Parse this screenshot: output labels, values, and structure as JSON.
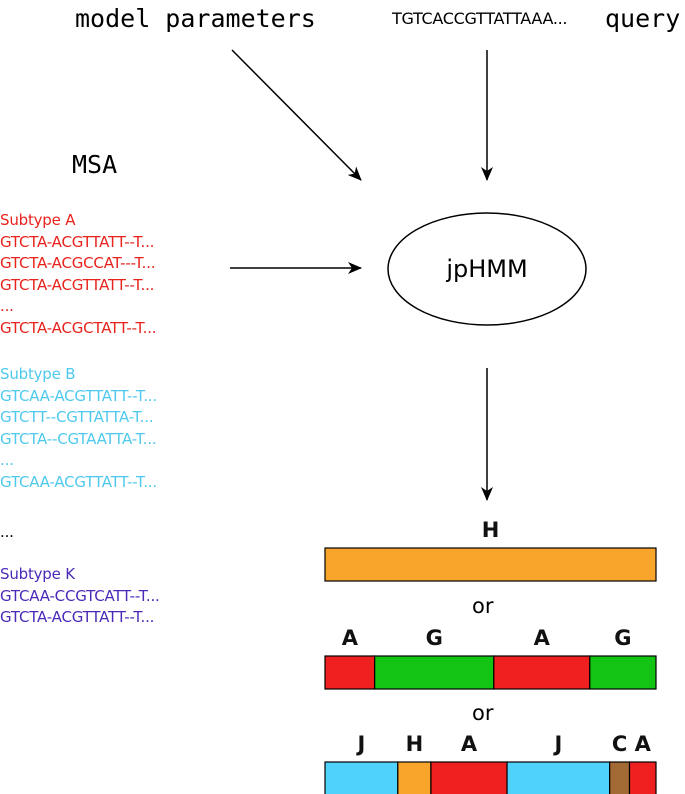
{
  "labels": {
    "model_parameters": "model parameters",
    "query_sequence": "TGTCACCGTTATTAAA...",
    "query": "query",
    "msa": "MSA",
    "node": "jpHMM",
    "or1": "or",
    "or2": "or"
  },
  "msa_groups": [
    {
      "title": "Subtype A",
      "color": "#e8221c",
      "lines": [
        "GTCTA-ACGTTATT--T...",
        "GTCTA-ACGCCAT---T...",
        "GTCTA-ACGTTATT--T...",
        "...",
        "GTCTA-ACGCTATT--T..."
      ]
    },
    {
      "title": "Subtype B",
      "color": "#4fc9ee",
      "lines": [
        "GTCAA-ACGTTATT--T...",
        "GTCTT--CGTTATTA-T...",
        "GTCTA--CGTAATTA-T...",
        "...",
        "GTCAA-ACGTTATT--T..."
      ]
    },
    {
      "title": "",
      "color": "#000000",
      "lines": [
        "..."
      ]
    },
    {
      "title": "Subtype K",
      "color": "#4b2ab8",
      "lines": [
        "GTCAA-CCGTCATT--T...",
        "GTCTA-ACGTTATT--T..."
      ]
    }
  ],
  "results": [
    {
      "segments": [
        {
          "label": "H",
          "color": "#f9a52c",
          "fraction": 1.0
        }
      ]
    },
    {
      "segments": [
        {
          "label": "A",
          "color": "#ee2020",
          "fraction": 0.15
        },
        {
          "label": "G",
          "color": "#14c414",
          "fraction": 0.36
        },
        {
          "label": "A",
          "color": "#ee2020",
          "fraction": 0.29
        },
        {
          "label": "G",
          "color": "#14c414",
          "fraction": 0.2
        }
      ]
    },
    {
      "segments": [
        {
          "label": "J",
          "color": "#4fd2fb",
          "fraction": 0.22
        },
        {
          "label": "H",
          "color": "#f9a52c",
          "fraction": 0.1
        },
        {
          "label": "A",
          "color": "#ee2020",
          "fraction": 0.23
        },
        {
          "label": "J",
          "color": "#4fd2fb",
          "fraction": 0.31
        },
        {
          "label": "C",
          "color": "#a26a34",
          "fraction": 0.06
        },
        {
          "label": "A",
          "color": "#ee2020",
          "fraction": 0.08
        }
      ]
    }
  ]
}
